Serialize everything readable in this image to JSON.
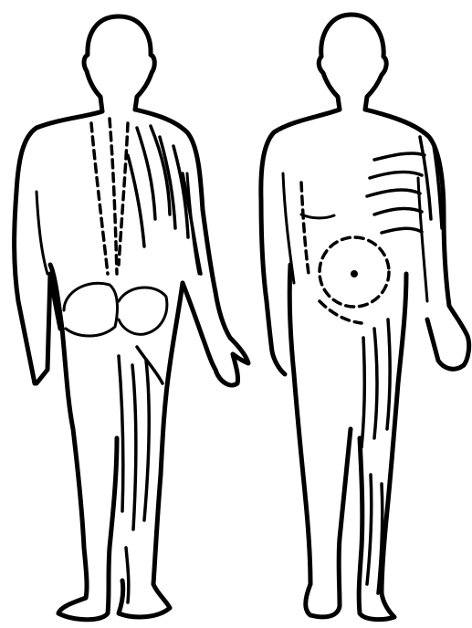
{
  "diagram": {
    "colors": {
      "ink": "#000000",
      "background": "#ffffff"
    },
    "figures": [
      {
        "id": "posterior",
        "view": "back"
      },
      {
        "id": "anterior",
        "view": "front"
      }
    ]
  }
}
